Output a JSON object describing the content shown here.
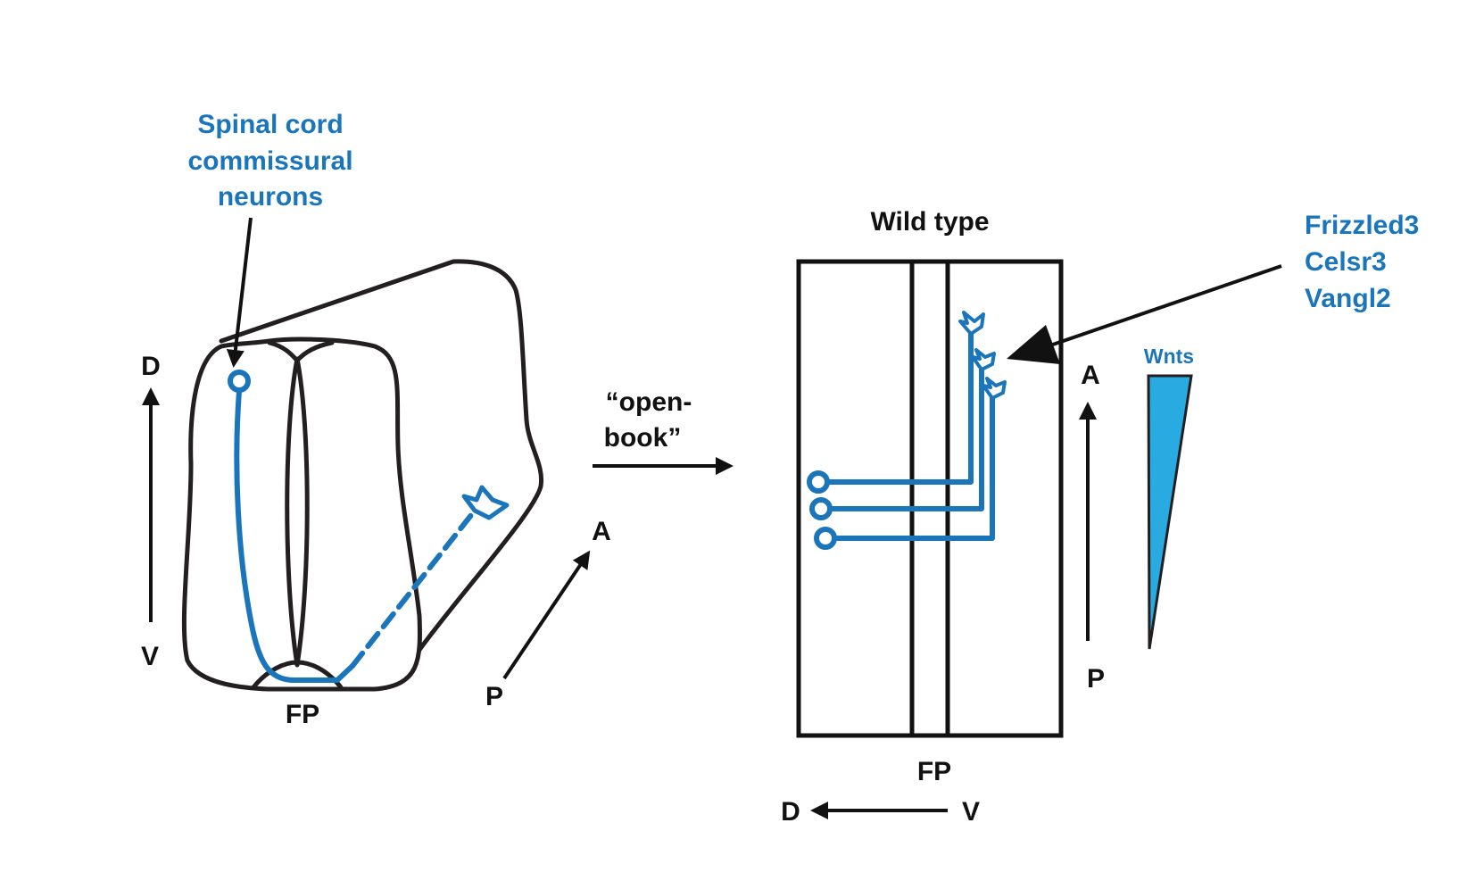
{
  "colors": {
    "neuron_blue": "#1a75bb",
    "wnt_gradient_fill": "#29abe2",
    "outline_black": "#231f20"
  },
  "left_panel": {
    "neuron_label_lines": [
      "Spinal cord",
      "commissural",
      "neurons"
    ],
    "axis_dorsal": "D",
    "axis_ventral": "V",
    "floor_plate": "FP",
    "axis_anterior": "A",
    "axis_posterior": "P"
  },
  "transition": {
    "label_lines": [
      "“open-",
      "book”"
    ]
  },
  "right_panel": {
    "title": "Wild type",
    "floor_plate": "FP",
    "axis_dorsal": "D",
    "axis_ventral": "V",
    "axis_anterior": "A",
    "axis_posterior": "P",
    "gradient_label": "Wnts",
    "pcp_components": [
      "Frizzled3",
      "Celsr3",
      "Vangl2"
    ]
  }
}
